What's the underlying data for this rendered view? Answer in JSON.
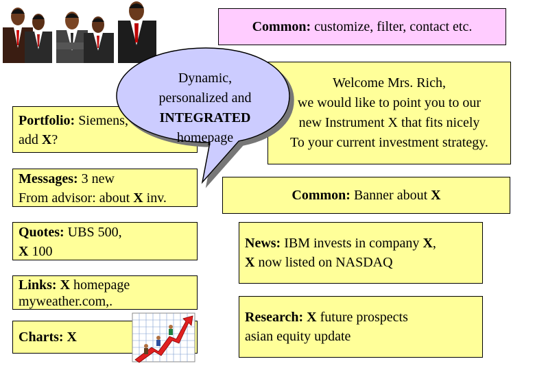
{
  "header_common": {
    "label": "Common:",
    "text": " customize, filter, contact etc."
  },
  "callout": {
    "line1": "Dynamic,",
    "line2": "personalized and",
    "line3": "INTEGRATED",
    "line4": "homepage"
  },
  "welcome": {
    "line1": "Welcome Mrs. Rich,",
    "line2": "we would like to point you to our",
    "line3": "new Instrument X that fits nicely",
    "line4": "To your current investment strategy."
  },
  "portfolio": {
    "label": "Portfolio:",
    "text1": " Siemens,",
    "text2a": " add ",
    "x": "X",
    "text2b": "?"
  },
  "messages": {
    "label": "Messages:",
    "text1": " 3 new",
    "text2a": "From advisor: about ",
    "x": "X",
    "text2b": " inv."
  },
  "quotes": {
    "label": "Quotes:",
    "text1": " UBS 500,",
    "x": "X",
    "text2": " 100"
  },
  "links": {
    "label": "Links:",
    "x": " X",
    "text1": " homepage",
    "text2": "myweather.com,."
  },
  "charts": {
    "label": "Charts:",
    "x": " X"
  },
  "banner": {
    "label": "Common:",
    "text": " Banner about ",
    "x": "X"
  },
  "news": {
    "label": "News:",
    "text1": " IBM invests in company ",
    "x1": "X",
    "text1b": ",",
    "x2": "X",
    "text2": " now listed on NASDAQ"
  },
  "research": {
    "label": "Research:",
    "x": " X",
    "text1": " future prospects",
    "text2": " asian equity update"
  }
}
